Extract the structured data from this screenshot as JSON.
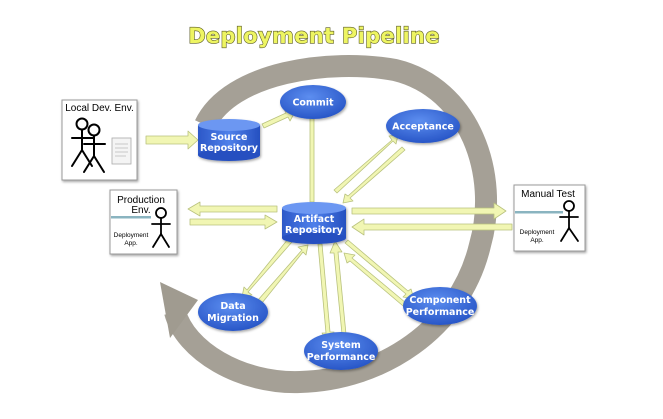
{
  "title": "Deployment Pipeline",
  "colors": {
    "cycle": "#a09b90",
    "node_fill": "#2f5fd0",
    "arrow_fill": "#f1f6b3",
    "arrow_stroke": "#b9c27e",
    "title_fill": "#eef562"
  },
  "nodes": {
    "commit": {
      "lines": [
        "Commit"
      ]
    },
    "source": {
      "lines": [
        "Source",
        "Repository"
      ]
    },
    "artifact": {
      "lines": [
        "Artifact",
        "Repository"
      ]
    },
    "acceptance": {
      "lines": [
        "Acceptance"
      ]
    },
    "component": {
      "lines": [
        "Component",
        "Performance"
      ]
    },
    "system": {
      "lines": [
        "System",
        "Performance"
      ]
    },
    "migration": {
      "lines": [
        "Data",
        "Migration"
      ]
    }
  },
  "environments": {
    "local_dev": {
      "label": "Local Dev. Env."
    },
    "production": {
      "label_lines": [
        "Production",
        "Env."
      ],
      "app_lines": [
        "Deployment",
        "App."
      ]
    },
    "manual_test": {
      "label": "Manual Test",
      "app_lines": [
        "Deployment",
        "App."
      ]
    }
  },
  "icons": [
    "stick-figure-icon",
    "document-icon"
  ]
}
